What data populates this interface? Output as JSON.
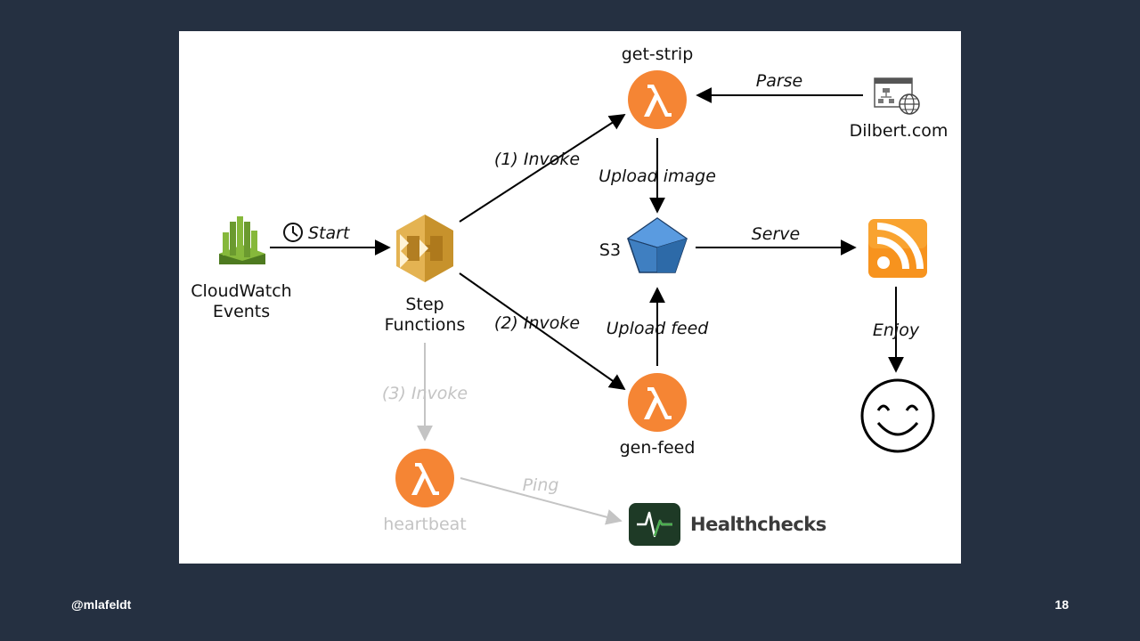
{
  "nodes": {
    "get_strip": "get-strip",
    "dilbert": "Dilbert.com",
    "cloudwatch_line1": "CloudWatch",
    "cloudwatch_line2": "Events",
    "step_line1": "Step",
    "step_line2": "Functions",
    "s3": "S3",
    "gen_feed": "gen-feed",
    "heartbeat": "heartbeat",
    "healthchecks": "Healthchecks"
  },
  "edges": {
    "parse": "Parse",
    "start": "Start",
    "invoke1": "(1) Invoke",
    "upload_image": "Upload image",
    "serve": "Serve",
    "invoke2": "(2) Invoke",
    "upload_feed": "Upload feed",
    "enjoy": "Enjoy",
    "invoke3": "(3) Invoke",
    "ping": "Ping"
  },
  "icons": {
    "lambda": "lambda-icon",
    "cloudwatch": "cloudwatch-icon",
    "step_functions": "step-functions-icon",
    "s3": "s3-bucket-icon",
    "rss": "rss-feed-icon",
    "smiley": "smiley-face-icon",
    "website": "website-globe-icon",
    "healthchecks": "healthchecks-icon",
    "clock": "clock-icon"
  },
  "colors": {
    "slide_background": "#253041",
    "panel": "#ffffff",
    "lambda_orange": "#f58534",
    "cloudwatch_green": "#6b9a2f",
    "step_functions_gold": "#d9a741",
    "s3_blue": "#3f7fc1",
    "rss_orange": "#f7931e",
    "healthchecks_dark": "#1e3a26",
    "healthchecks_green": "#4caf50",
    "dimmed_gray": "#c4c4c4"
  },
  "footer": {
    "handle": "@mlafeldt",
    "page_number": "18"
  }
}
